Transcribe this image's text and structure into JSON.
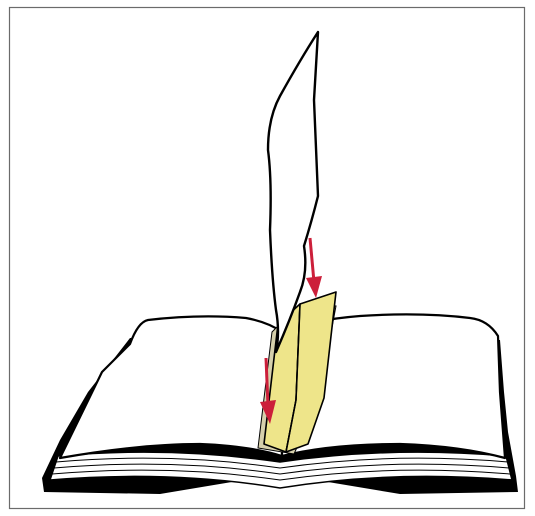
{
  "illustration": {
    "subject": "",
    "colors": {
      "outline": "#000000",
      "frame": "#6b6b6b",
      "tab_face": "#eee58a",
      "tab_shadow": "#d6d0ac",
      "arrow": "#cc1f3a",
      "paper": "#ffffff"
    },
    "icons": [
      "open-book",
      "bookmark-card",
      "adhesive-tab",
      "down-arrow-icon"
    ]
  }
}
